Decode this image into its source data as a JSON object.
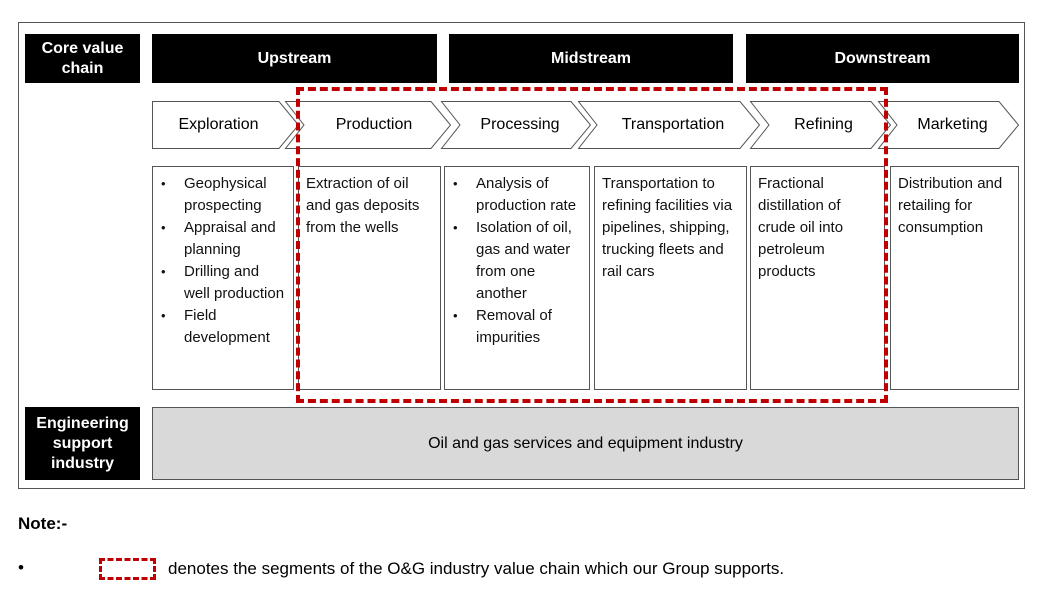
{
  "labels": {
    "core_value_chain": "Core value chain",
    "engineering_support": "Engineering support industry"
  },
  "segments": [
    "Upstream",
    "Midstream",
    "Downstream"
  ],
  "stages": [
    "Exploration",
    "Production",
    "Processing",
    "Transportation",
    "Refining",
    "Marketing"
  ],
  "descriptions": {
    "exploration": [
      "Geophysical prospecting",
      "Appraisal and planning",
      "Drilling and well production",
      "Field development"
    ],
    "production": "Extraction of oil and gas deposits from the wells",
    "processing": [
      "Analysis of production rate",
      "Isolation of oil, gas and water from one another",
      "Removal of impurities"
    ],
    "transportation": "Transportation to refining facilities via pipelines, shipping, trucking fleets and rail cars",
    "refining": "Fractional distillation of crude oil into petroleum products",
    "marketing": "Distribution and retailing for consumption"
  },
  "services": "Oil and gas services and equipment industry",
  "note": {
    "title": "Note:-",
    "bullet": "•",
    "legend_text": "denotes the segments of the O&G industry value chain which our Group supports."
  },
  "colors": {
    "highlight": "#c00000",
    "header_bg": "#000000",
    "services_bg": "#d9d9d9"
  }
}
